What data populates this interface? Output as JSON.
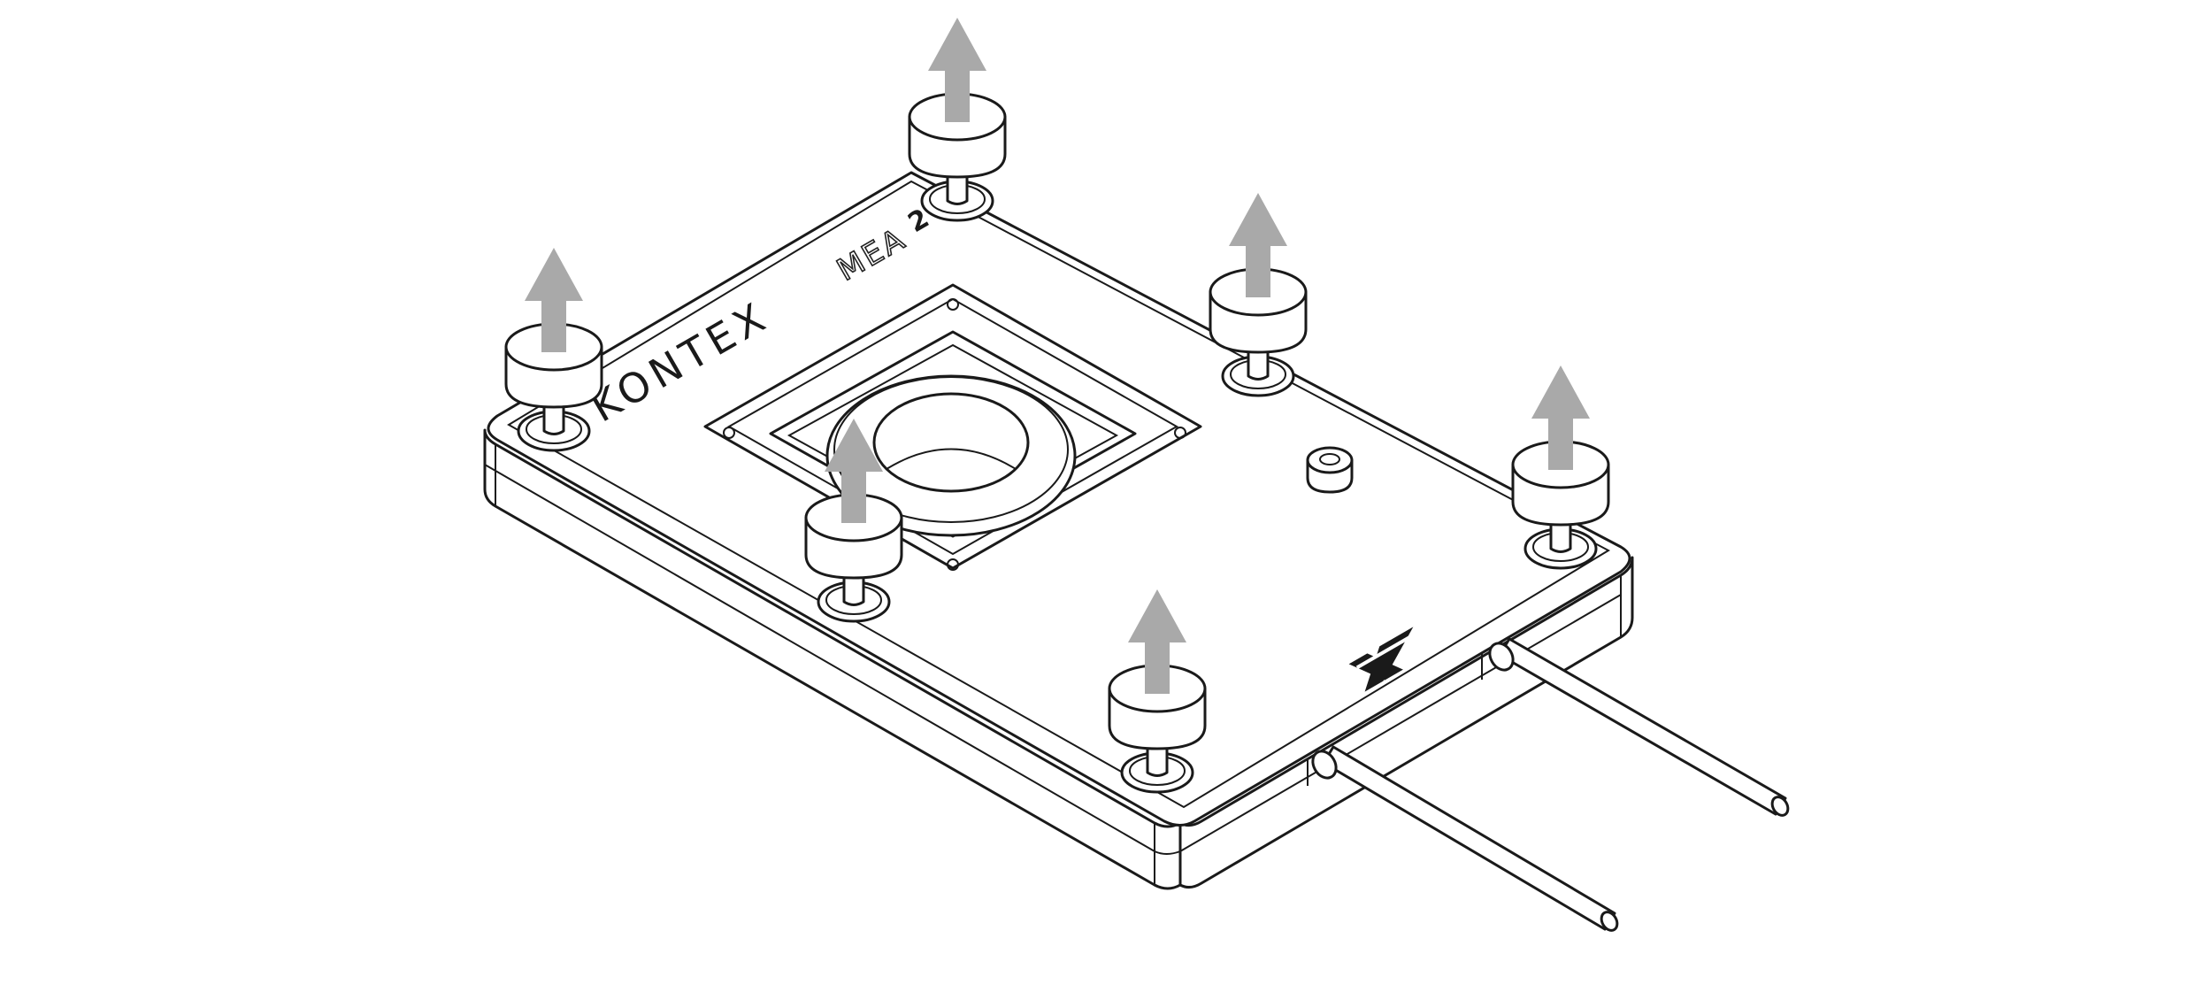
{
  "labels": {
    "brand_left": "KONTEX",
    "brand_model": "MEA",
    "brand_model_sup": "2"
  },
  "colors": {
    "line": "#1a1a1a",
    "arrow": "#a9a9a9",
    "background": "#ffffff"
  },
  "icons": {
    "logo": "kontex-x-logo-icon",
    "arrow": "arrow-up-icon"
  },
  "knobs": [
    {
      "id": "top"
    },
    {
      "id": "left"
    },
    {
      "id": "right-upper"
    },
    {
      "id": "right"
    },
    {
      "id": "center"
    },
    {
      "id": "bottom"
    }
  ]
}
